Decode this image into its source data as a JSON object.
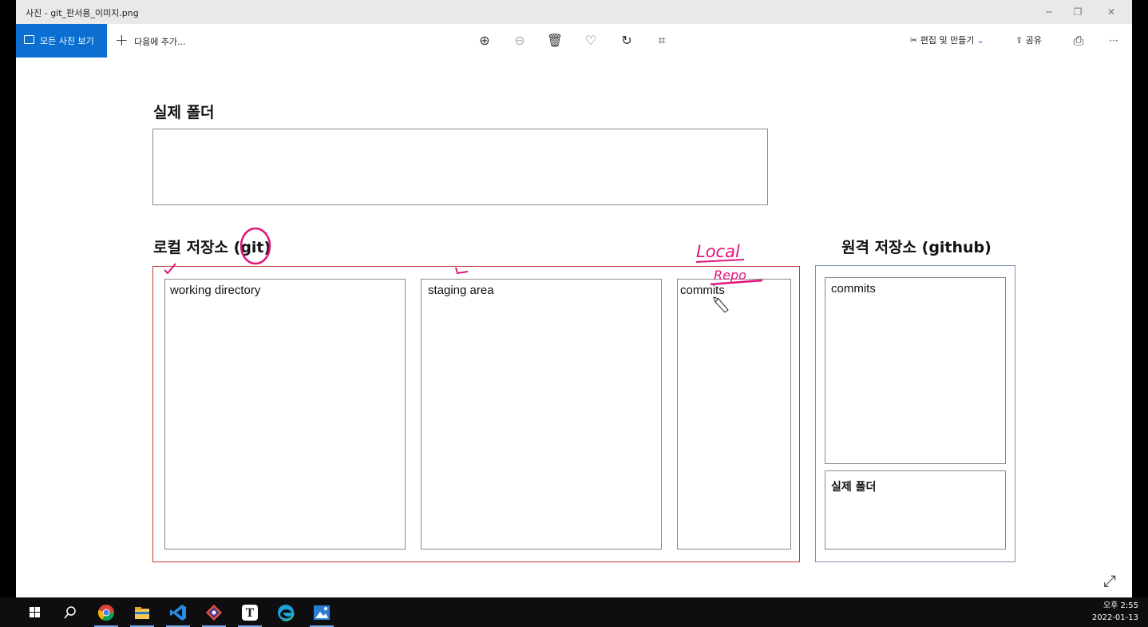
{
  "window": {
    "title": "사진 - git_판서용_이미지.png",
    "controls": {
      "minimize": "─",
      "restore": "❐",
      "close": "✕"
    }
  },
  "toolbar": {
    "all_photos_label": "모든 사진 보기",
    "add_to_label": "다음에 추가...",
    "icons": [
      "zoom-in-icon",
      "zoom-out-icon",
      "delete-icon",
      "favorite-icon",
      "rotate-icon",
      "crop-icon"
    ],
    "edit_create_label": "편집 및 만들기",
    "share_label": "공유",
    "print_icon": "print-icon",
    "more_label": "···"
  },
  "diagram": {
    "actual_folder_heading": "실제 폴더",
    "local_repo_heading": "로컬 저장소 (git)",
    "remote_repo_heading": "원격 저장소 (github)",
    "local_boxes": {
      "working_directory": "working directory",
      "staging_area": "staging area",
      "commits": "commits"
    },
    "remote_boxes": {
      "commits": "commits",
      "actual_folder": "실제 폴더"
    },
    "annotations": {
      "handwriting_1": "Local",
      "handwriting_2": "Repo"
    }
  },
  "taskbar": {
    "icons": [
      "windows-start-icon",
      "search-icon",
      "chrome-icon",
      "file-explorer-icon",
      "vscode-icon",
      "git-icon",
      "typora-icon",
      "edge-icon",
      "photos-icon"
    ],
    "clock_time": "오후 2:55",
    "clock_date": "2022-01-13"
  },
  "colors": {
    "accent": "#0a6fd1",
    "local_frame": "#c03a3a",
    "remote_frame": "#7d90b5",
    "ink": "#e0157a"
  }
}
